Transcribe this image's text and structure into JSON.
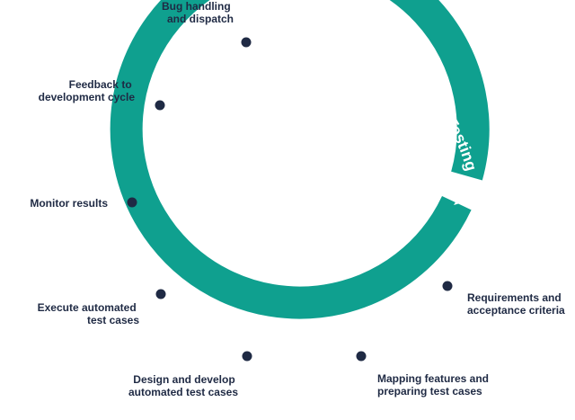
{
  "diagram": {
    "title": "Continuous Testing",
    "colors": {
      "ring": "#0fa08f",
      "dot": "#1f2a44",
      "text": "#1f2a44",
      "title": "#ffffff"
    },
    "steps": [
      {
        "id": "bug-handling",
        "lines": [
          "Bug handling",
          "and dispatch"
        ]
      },
      {
        "id": "feedback",
        "lines": [
          "Feedback to",
          "development cycle"
        ]
      },
      {
        "id": "monitor",
        "lines": [
          "Monitor results"
        ]
      },
      {
        "id": "execute",
        "lines": [
          "Execute automated",
          "test cases"
        ]
      },
      {
        "id": "design",
        "lines": [
          "Design and develop",
          "automated test cases"
        ]
      },
      {
        "id": "mapping",
        "lines": [
          "Mapping features and",
          "preparing test cases"
        ]
      },
      {
        "id": "requirements",
        "lines": [
          "Requirements and",
          "acceptance criteria"
        ]
      }
    ]
  }
}
